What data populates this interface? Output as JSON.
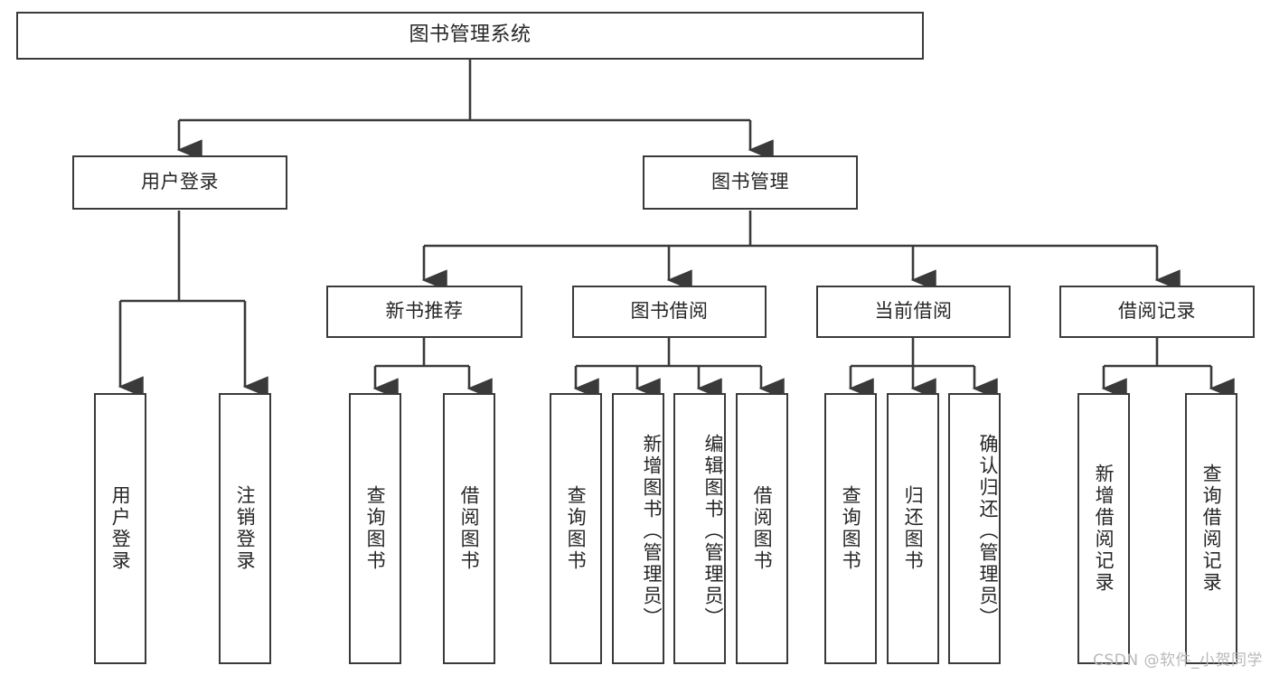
{
  "diagram": {
    "title": "图书管理系统",
    "type": "tree-hierarchy-diagram",
    "root": {
      "label": "图书管理系统"
    },
    "level1": [
      {
        "label": "用户登录"
      },
      {
        "label": "图书管理"
      }
    ],
    "level2": [
      {
        "label": "新书推荐"
      },
      {
        "label": "图书借阅"
      },
      {
        "label": "当前借阅"
      },
      {
        "label": "借阅记录"
      }
    ],
    "leaves": {
      "user_login": [
        {
          "label": "用户登录"
        },
        {
          "label": "注销登录"
        }
      ],
      "new_book_recommend": [
        {
          "label": "查询图书"
        },
        {
          "label": "借阅图书"
        }
      ],
      "book_borrow": [
        {
          "label": "查询图书"
        },
        {
          "label": "新增图书（管理员）"
        },
        {
          "label": "编辑图书（管理员）"
        },
        {
          "label": "借阅图书"
        }
      ],
      "current_borrow": [
        {
          "label": "查询图书"
        },
        {
          "label": "归还图书"
        },
        {
          "label": "确认归还（管理员）"
        }
      ],
      "borrow_record": [
        {
          "label": "新增借阅记录"
        },
        {
          "label": "查询借阅记录"
        }
      ]
    }
  },
  "watermark": {
    "text": "CSDN @软件_小贺同学"
  },
  "colors": {
    "stroke": "#3a3a3a",
    "text": "#262626",
    "background": "#ffffff",
    "watermark": "#b9b9b9"
  }
}
